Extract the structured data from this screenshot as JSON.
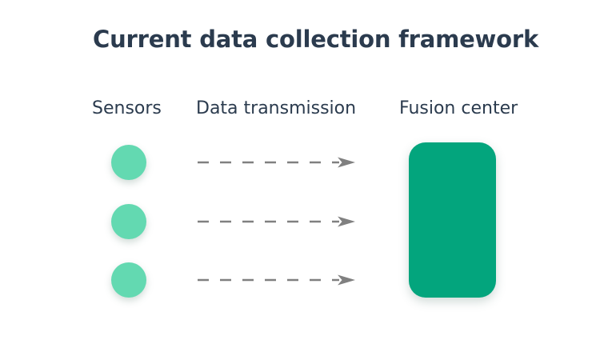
{
  "figure": {
    "title": "Current data collection framework",
    "background_color": "#ffffff",
    "title_color": "#2b3b4e"
  },
  "columns": [
    {
      "key": "sensors",
      "label": "Sensors",
      "element": "circle-nodes",
      "count": 3,
      "color": "#63d9b1"
    },
    {
      "key": "transmission",
      "label": "Data transmission",
      "element": "dashed-arrow",
      "count": 3,
      "color": "#808080"
    },
    {
      "key": "fusion",
      "label": "Fusion center",
      "element": "rounded-rectangle",
      "count": 1,
      "color": "#03a57d"
    }
  ],
  "sensors": {
    "nodes": [
      {
        "id": "sensor-1",
        "label": ""
      },
      {
        "id": "sensor-2",
        "label": ""
      },
      {
        "id": "sensor-3",
        "label": ""
      }
    ]
  },
  "transmission": {
    "arrows": [
      {
        "id": "arrow-1",
        "style": "dashed",
        "direction": "right"
      },
      {
        "id": "arrow-2",
        "style": "dashed",
        "direction": "right"
      },
      {
        "id": "arrow-3",
        "style": "dashed",
        "direction": "right"
      }
    ],
    "line_color": "#808080",
    "dash_pattern": "14 14"
  },
  "fusion_center": {
    "id": "fusion-center",
    "label": "",
    "color": "#03a57d"
  }
}
